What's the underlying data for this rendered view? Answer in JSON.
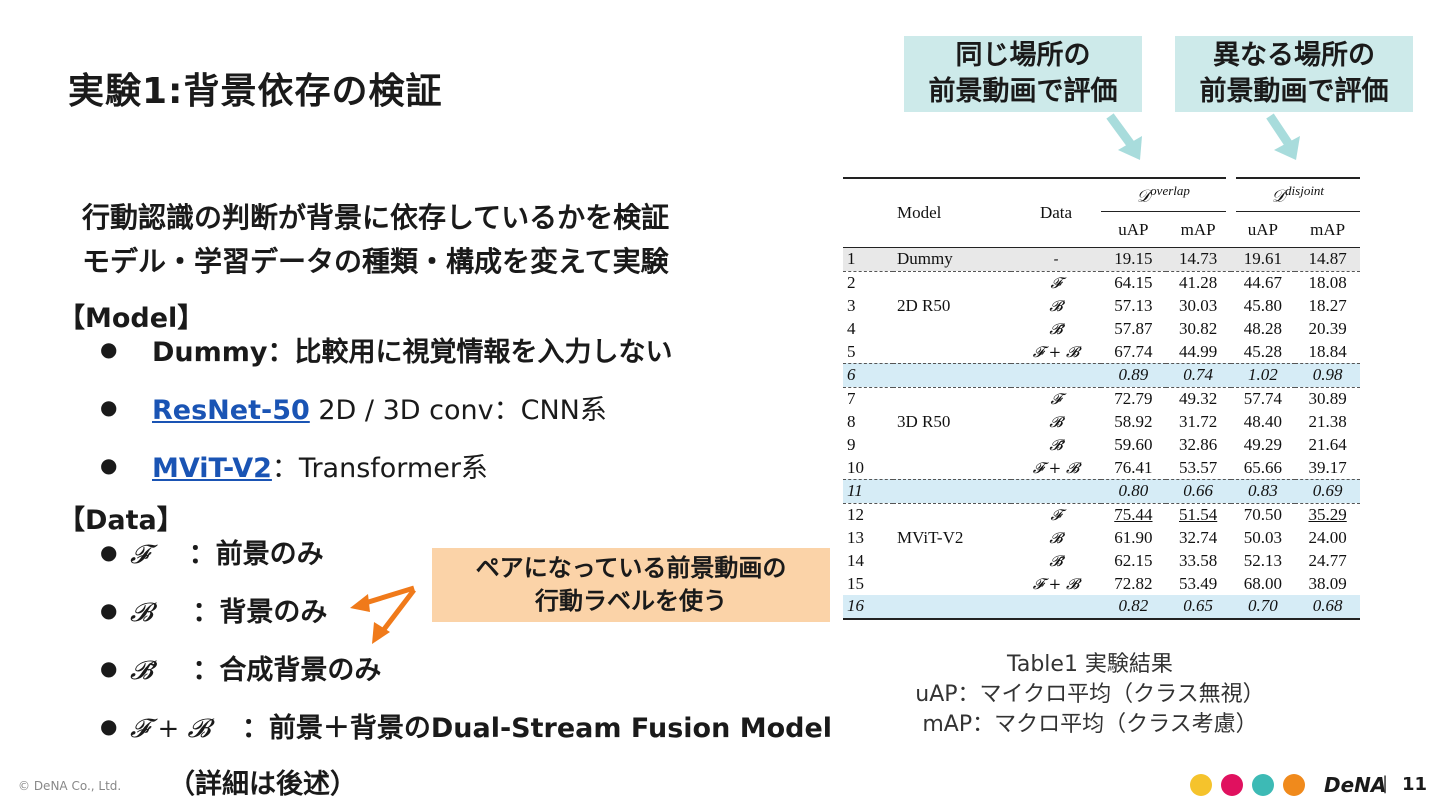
{
  "title": "実験1:背景依存の検証",
  "intro": [
    "行動認識の判断が背景に依存しているかを検証",
    "モデル・学習データの種類・構成を変えて実験"
  ],
  "model_section": {
    "heading": "【Model】",
    "items": [
      {
        "link": "",
        "text": "Dummy：比較用に視覚情報を入力しない"
      },
      {
        "link": "ResNet-50",
        "text": " 2D / 3D conv：CNN系"
      },
      {
        "link": "MViT-V2",
        "text": "：Transformer系"
      }
    ]
  },
  "data_section": {
    "heading": "【Data】",
    "items": [
      {
        "symbol": "𝓕",
        "text": "：前景のみ"
      },
      {
        "symbol": "𝓑",
        "text": "：背景のみ"
      },
      {
        "symbol": "𝓑̃",
        "text": "：合成背景のみ"
      },
      {
        "symbol": "𝓕 + 𝓑",
        "text": "：前景＋背景のDual-Stream Fusion Model"
      }
    ],
    "continuation": "（詳細は後述）"
  },
  "callouts": {
    "same_location": [
      "同じ場所の",
      "前景動画で評価"
    ],
    "different_location": [
      "異なる場所の",
      "前景動画で評価"
    ],
    "paired_labels": [
      "ペアになっている前景動画の",
      "行動ラベルを使う"
    ]
  },
  "table": {
    "headers": {
      "model": "Model",
      "data": "Data",
      "overlap": "𝒟",
      "overlap_sup": "overlap",
      "disjoint": "𝒟",
      "disjoint_sup": "disjoint",
      "uap": "uAP",
      "map": "mAP"
    },
    "rows": [
      {
        "id": "1",
        "model": "Dummy",
        "data": "-",
        "v": [
          "19.15",
          "14.73",
          "19.61",
          "14.87"
        ]
      },
      {
        "id": "2",
        "model": "",
        "data": "𝓕",
        "v": [
          "64.15",
          "41.28",
          "44.67",
          "18.08"
        ]
      },
      {
        "id": "3",
        "model": "2D R50",
        "data": "𝓑",
        "v": [
          "57.13",
          "30.03",
          "45.80",
          "18.27"
        ]
      },
      {
        "id": "4",
        "model": "",
        "data": "𝓑̃",
        "v": [
          "57.87",
          "30.82",
          "48.28",
          "20.39"
        ]
      },
      {
        "id": "5",
        "model": "",
        "data": "𝓕 + 𝓑",
        "v": [
          "67.74",
          "44.99",
          "45.28",
          "18.84"
        ]
      },
      {
        "id": "6",
        "model": "",
        "data": "",
        "v": [
          "0.89",
          "0.74",
          "1.02",
          "0.98"
        ]
      },
      {
        "id": "7",
        "model": "",
        "data": "𝓕",
        "v": [
          "72.79",
          "49.32",
          "57.74",
          "30.89"
        ]
      },
      {
        "id": "8",
        "model": "3D R50",
        "data": "𝓑",
        "v": [
          "58.92",
          "31.72",
          "48.40",
          "21.38"
        ]
      },
      {
        "id": "9",
        "model": "",
        "data": "𝓑̃",
        "v": [
          "59.60",
          "32.86",
          "49.29",
          "21.64"
        ]
      },
      {
        "id": "10",
        "model": "",
        "data": "𝓕 + 𝓑",
        "v": [
          "76.41",
          "53.57",
          "65.66",
          "39.17"
        ]
      },
      {
        "id": "11",
        "model": "",
        "data": "",
        "v": [
          "0.80",
          "0.66",
          "0.83",
          "0.69"
        ]
      },
      {
        "id": "12",
        "model": "",
        "data": "𝓕",
        "v": [
          "75.44",
          "51.54",
          "70.50",
          "35.29"
        ]
      },
      {
        "id": "13",
        "model": "MViT-V2",
        "data": "𝓑",
        "v": [
          "61.90",
          "32.74",
          "50.03",
          "24.00"
        ]
      },
      {
        "id": "14",
        "model": "",
        "data": "𝓑̃",
        "v": [
          "62.15",
          "33.58",
          "52.13",
          "24.77"
        ]
      },
      {
        "id": "15",
        "model": "",
        "data": "𝓕 + 𝓑",
        "v": [
          "72.82",
          "53.49",
          "68.00",
          "38.09"
        ]
      },
      {
        "id": "16",
        "model": "",
        "data": "",
        "v": [
          "0.82",
          "0.65",
          "0.70",
          "0.68"
        ]
      }
    ]
  },
  "caption": [
    "Table1 実験結果",
    "uAP：マイクロ平均（クラス無視）",
    "mAP：マクロ平均（クラス考慮）"
  ],
  "footer": {
    "copyright": "© DeNA Co., Ltd.",
    "logo": "DeNA",
    "separator": "|",
    "page": "11",
    "dot_colors": [
      "#f5c32c",
      "#e0115f",
      "#3dbab5",
      "#f08a1c"
    ]
  },
  "colors": {
    "callout_teal": "#cdeaea",
    "callout_orange": "#fbd3a8",
    "arrow_teal": "#a8dcdc",
    "arrow_orange": "#f07a1a",
    "highlight_blue": "#d6ecf6",
    "link": "#1a54b4"
  }
}
